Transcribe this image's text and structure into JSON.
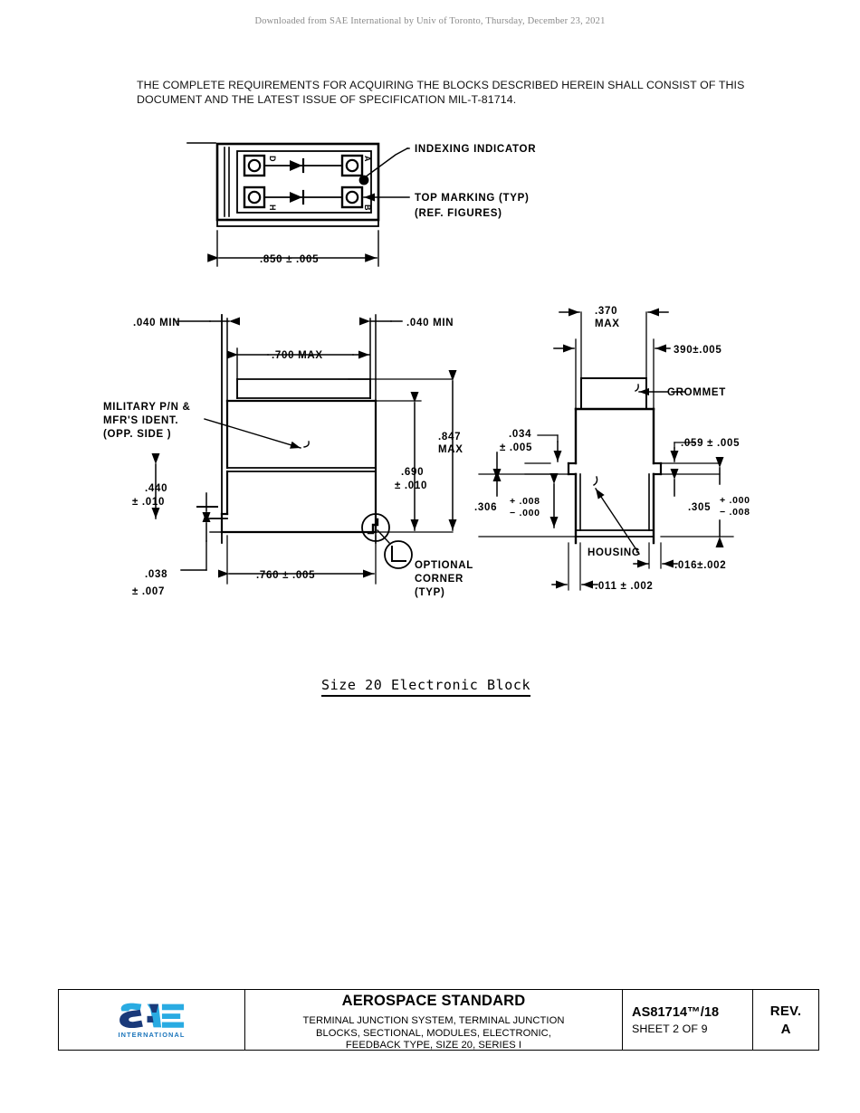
{
  "watermark": "Downloaded from SAE International by Univ of Toronto, Thursday, December 23, 2021",
  "intro": {
    "line1": "THE COMPLETE REQUIREMENTS FOR ACQUIRING THE BLOCKS DESCRIBED HEREIN SHALL CONSIST OF THIS",
    "line2": "DOCUMENT AND THE LATEST ISSUE OF SPECIFICATION MIL-T-81714."
  },
  "figure": {
    "caption": "Size 20 Electronic Block",
    "top_view": {
      "labels": {
        "indexing_indicator": "INDEXING INDICATOR",
        "top_marking_1": "TOP MARKING (TYP)",
        "top_marking_2": "(REF. FIGURES)"
      },
      "cavity_marks": [
        "D",
        "A",
        "H",
        "B"
      ],
      "dimension_width": ".850 ± .005"
    },
    "side_view": {
      "dims": {
        "left_wall": ".040 MIN",
        "right_wall": ".040 MIN",
        "body_width_max": ".700 MAX",
        "overall_height_max": ".847",
        "overall_height_max_suffix": "MAX",
        "body_height": ".690",
        "body_height_tol": "± .010",
        "upper_height": ".440",
        "upper_height_tol": "± .010",
        "flange_thickness": ".038",
        "flange_thickness_tol": "± .007",
        "base_width": ".760 ± .005"
      },
      "labels": {
        "military_pn_1": "MILITARY P/N &",
        "military_pn_2": "MFR'S IDENT.",
        "military_pn_3": "(OPP. SIDE )",
        "optional_corner_1": "OPTIONAL",
        "optional_corner_2": "CORNER",
        "optional_corner_3": "(TYP)"
      }
    },
    "end_view": {
      "dims": {
        "grommet_width": ".370",
        "grommet_width_suffix": "MAX",
        "body_width": "390±.005",
        "step_thickness": ".034",
        "step_thickness_tol": "± .005",
        "step_height": ".306",
        "step_height_tol_plus": "+ .008",
        "step_height_tol_minus": "− .000",
        "right_step": ".059 ± .005",
        "right_height": ".305",
        "right_height_tol_plus": "+ .000",
        "right_height_tol_minus": "− .008",
        "wall_right": ".016±.002",
        "wall_left": ".011 ± .002"
      },
      "labels": {
        "grommet": "GROMMET",
        "housing": "HOUSING"
      }
    }
  },
  "titleblock": {
    "logo_name": "sae-logo",
    "logo_sub": "INTERNATIONAL",
    "heading": "AEROSPACE STANDARD",
    "subtitle_line1": "TERMINAL JUNCTION SYSTEM, TERMINAL JUNCTION",
    "subtitle_line2": "BLOCKS, SECTIONAL, MODULES, ELECTRONIC,",
    "subtitle_line3": "FEEDBACK TYPE, SIZE 20, SERIES I",
    "doc_number": "AS81714™/18",
    "sheet": "SHEET 2 OF 9",
    "rev_label": "REV.",
    "rev_value": "A"
  },
  "colors": {
    "sae_dark_blue": "#1a3a7a",
    "sae_light_blue": "#29abe2",
    "sae_text_blue": "#1b75bb",
    "line": "#000000",
    "watermark_gray": "#8a8a8a"
  }
}
